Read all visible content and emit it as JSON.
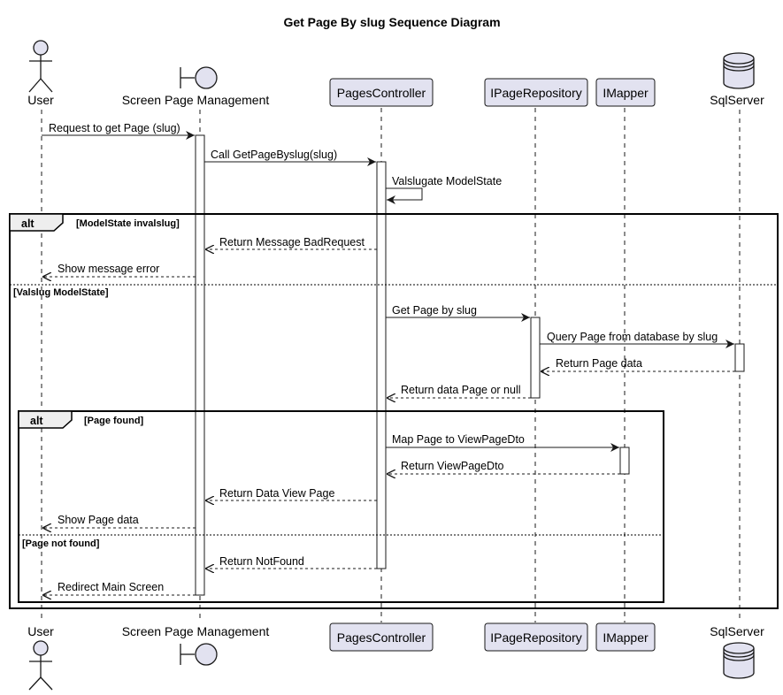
{
  "title": "Get Page By slug Sequence Diagram",
  "participants": [
    {
      "id": "user",
      "label": "User",
      "kind": "actor"
    },
    {
      "id": "screen",
      "label": "Screen Page Management",
      "kind": "boundary"
    },
    {
      "id": "pc",
      "label": "PagesController",
      "kind": "participant"
    },
    {
      "id": "repo",
      "label": "IPageRepository",
      "kind": "participant"
    },
    {
      "id": "mapper",
      "label": "IMapper",
      "kind": "participant"
    },
    {
      "id": "sql",
      "label": "SqlServer",
      "kind": "database"
    }
  ],
  "messages": [
    {
      "from": "user",
      "to": "screen",
      "label": "Request to get Page (slug)",
      "style": "solid"
    },
    {
      "from": "screen",
      "to": "pc",
      "label": "Call GetPageByslug(slug)",
      "style": "solid"
    },
    {
      "from": "pc",
      "to": "pc",
      "label": "Valslugate ModelState",
      "style": "self"
    },
    {
      "from": "pc",
      "to": "screen",
      "label": "Return Message BadRequest",
      "style": "dashed"
    },
    {
      "from": "screen",
      "to": "user",
      "label": "Show message error",
      "style": "dashed"
    },
    {
      "from": "pc",
      "to": "repo",
      "label": "Get Page by slug",
      "style": "solid"
    },
    {
      "from": "repo",
      "to": "sql",
      "label": "Query Page from database by slug",
      "style": "solid"
    },
    {
      "from": "sql",
      "to": "repo",
      "label": "Return Page data",
      "style": "dashed"
    },
    {
      "from": "repo",
      "to": "pc",
      "label": "Return data Page or null",
      "style": "dashed"
    },
    {
      "from": "pc",
      "to": "mapper",
      "label": "Map Page to ViewPageDto",
      "style": "solid"
    },
    {
      "from": "mapper",
      "to": "pc",
      "label": "Return ViewPageDto",
      "style": "dashed"
    },
    {
      "from": "pc",
      "to": "screen",
      "label": "Return Data View Page",
      "style": "dashed"
    },
    {
      "from": "screen",
      "to": "user",
      "label": "Show Page data",
      "style": "dashed"
    },
    {
      "from": "pc",
      "to": "screen",
      "label": "Return NotFound",
      "style": "dashed"
    },
    {
      "from": "screen",
      "to": "user",
      "label": "Redirect Main Screen",
      "style": "dashed"
    }
  ],
  "fragments": [
    {
      "keyword": "alt",
      "guard": "[ModelState invalslug]",
      "else_guard": "[Valslug ModelState]"
    },
    {
      "keyword": "alt",
      "guard": "[Page found]",
      "else_guard": "[Page not found]"
    }
  ]
}
